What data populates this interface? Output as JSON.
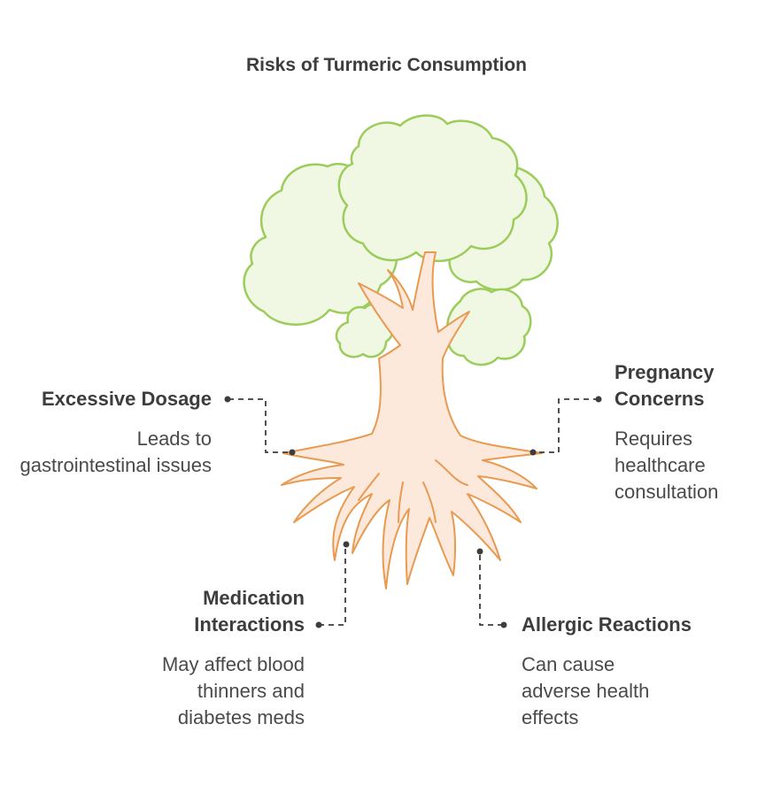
{
  "title": "Risks of Turmeric Consumption",
  "risks": [
    {
      "heading": "Excessive Dosage",
      "description": "Leads to gastrointestinal issues"
    },
    {
      "heading": "Pregnancy Concerns",
      "description": "Requires healthcare consultation"
    },
    {
      "heading": "Medication Interactions",
      "description": "May affect blood thinners and diabetes meds"
    },
    {
      "heading": "Allergic Reactions",
      "description": "Can cause adverse health effects"
    }
  ],
  "colors": {
    "canopy_fill": "#f0f8e4",
    "canopy_stroke": "#9ccc5a",
    "trunk_fill": "#fde9dc",
    "trunk_stroke": "#e89a50",
    "connector": "#3d3d3d"
  }
}
